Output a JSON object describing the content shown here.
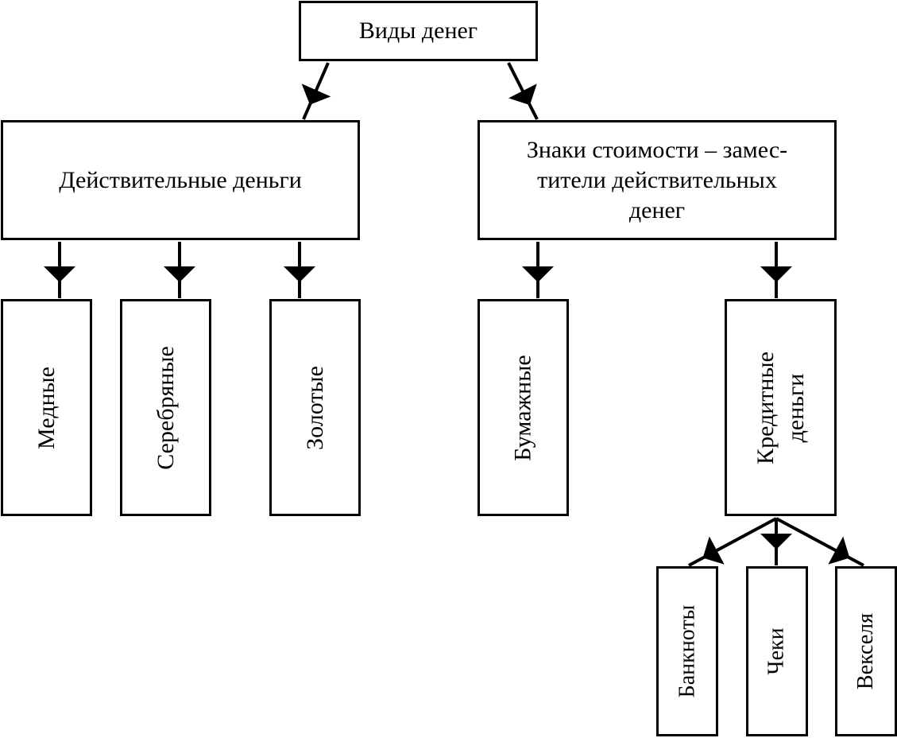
{
  "diagram": {
    "root": {
      "label": "Виды денег"
    },
    "real_money": {
      "label": "Действительные деньги"
    },
    "value_tokens": {
      "lines": [
        "Знаки стоимости – замес-",
        "тители действительных",
        "денег"
      ]
    },
    "copper": {
      "label": "Медные"
    },
    "silver": {
      "label": "Серебряные"
    },
    "gold": {
      "label": "Золотые"
    },
    "paper": {
      "label": "Бумажные"
    },
    "credit_money": {
      "lines": [
        "Кредитные",
        "деньги"
      ]
    },
    "banknotes": {
      "label": "Банкноты"
    },
    "cheques": {
      "label": "Чеки"
    },
    "bills": {
      "label": "Векселя"
    },
    "colors": {
      "stroke": "#000000",
      "background": "#ffffff"
    }
  }
}
